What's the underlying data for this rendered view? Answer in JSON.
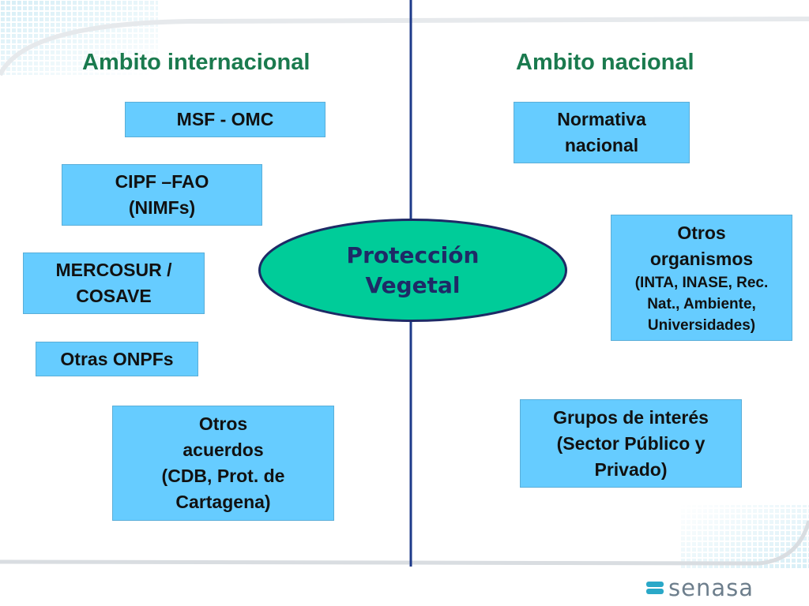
{
  "headings": {
    "international": "Ambito internacional",
    "national": "Ambito nacional"
  },
  "center": {
    "line1": "Protección",
    "line2": "Vegetal"
  },
  "international_boxes": {
    "msf_omc": [
      "MSF - OMC"
    ],
    "cipf_fao": [
      "CIPF –FAO",
      "(NIMFs)"
    ],
    "mercosur": [
      "MERCOSUR /",
      "COSAVE"
    ],
    "otras_onpfs": [
      "Otras ONPFs"
    ],
    "otros_acuerdos": [
      "Otros",
      "acuerdos",
      "(CDB, Prot. de",
      "Cartagena)"
    ]
  },
  "national_boxes": {
    "normativa": [
      "Normativa",
      "nacional"
    ],
    "otros_organismos": [
      "Otros",
      "organismos",
      "(INTA, INASE, Rec.",
      "Nat., Ambiente,",
      "Universidades)"
    ],
    "grupos_interes": [
      "Grupos de interés",
      "(Sector Público y",
      "Privado)"
    ]
  },
  "logo": {
    "text": "senasa"
  },
  "colors": {
    "heading": "#1a7a4e",
    "box_fill": "#66ccff",
    "ellipse_fill": "#00cc99",
    "ellipse_border": "#1e2a66",
    "divider": "#1e3a8a",
    "logo": "#6d7e8c",
    "logo_mark": "#2aa8c8"
  }
}
